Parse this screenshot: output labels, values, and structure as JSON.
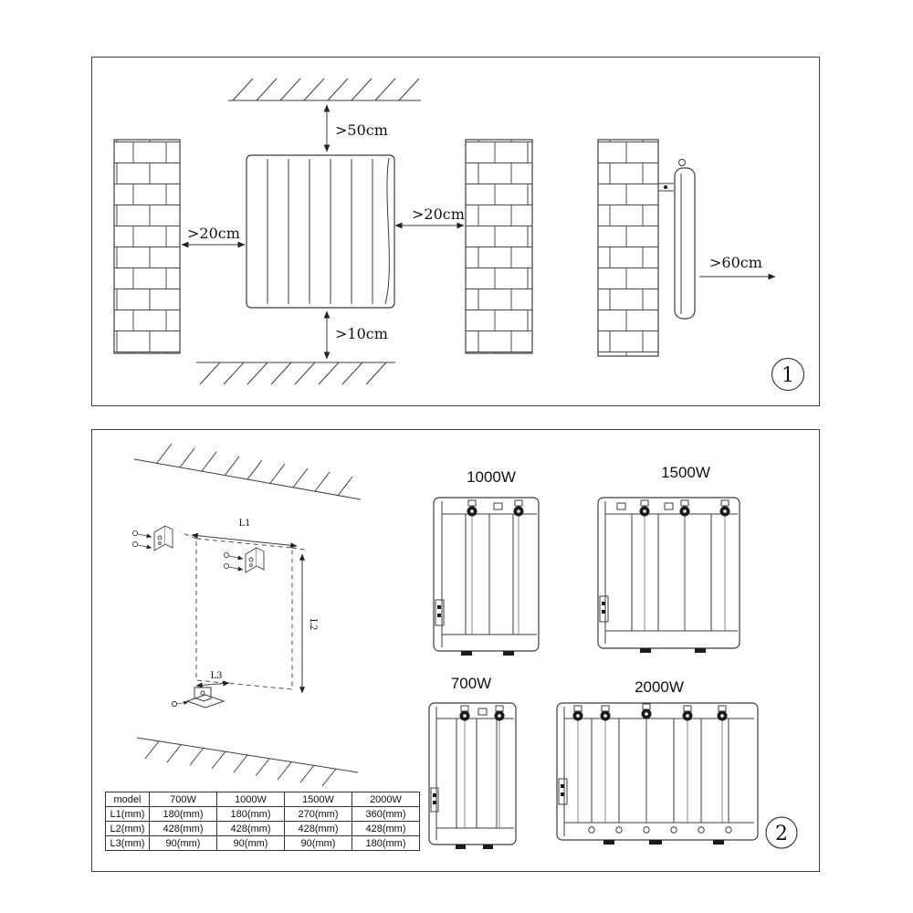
{
  "panel1": {
    "badge": "1",
    "clearances": {
      "top": ">50cm",
      "left": ">20cm",
      "right": ">20cm",
      "bottom": ">10cm",
      "front": ">60cm"
    }
  },
  "panel2": {
    "badge": "2",
    "mount_dims": {
      "l1": "L1",
      "l2": "L2",
      "l3": "L3"
    },
    "heaters": {
      "w1000": "1000W",
      "w1500": "1500W",
      "w700": "700W",
      "w2000": "2000W"
    },
    "table": {
      "header": [
        "model",
        "700W",
        "1000W",
        "1500W",
        "2000W"
      ],
      "rows": [
        [
          "L1(mm)",
          "180(mm)",
          "180(mm)",
          "270(mm)",
          "360(mm)"
        ],
        [
          "L2(mm)",
          "428(mm)",
          "428(mm)",
          "428(mm)",
          "428(mm)"
        ],
        [
          "L3(mm)",
          "90(mm)",
          "90(mm)",
          "90(mm)",
          "180(mm)"
        ]
      ]
    }
  }
}
